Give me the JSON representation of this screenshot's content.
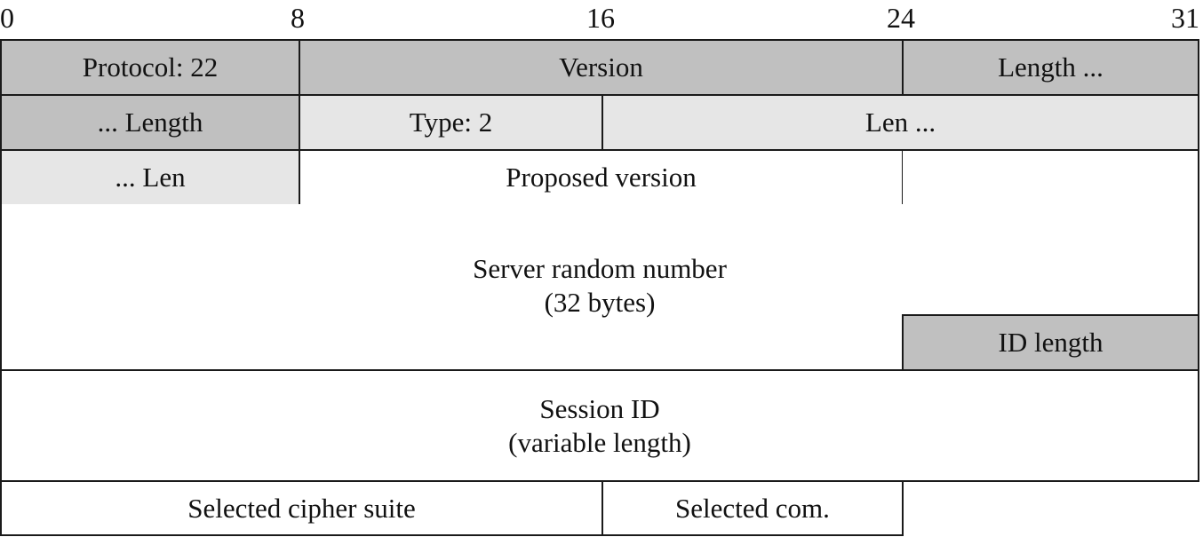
{
  "bit_markers": [
    "0",
    "8",
    "16",
    "24",
    "31"
  ],
  "fields": {
    "protocol": "Protocol: 22",
    "version": "Version",
    "length_start": "Length ...",
    "length_end": "... Length",
    "type": "Type: 2",
    "len_start": "Len ...",
    "len_end": "... Len",
    "proposed_version": "Proposed version",
    "server_random_line1": "Server random number",
    "server_random_line2": "(32 bytes)",
    "id_length": "ID length",
    "session_id_line1": "Session ID",
    "session_id_line2": "(variable length)",
    "cipher_suite": "Selected cipher suite",
    "compression": "Selected com."
  },
  "colors": {
    "dark_fill": "#c0c0c0",
    "light_fill": "#e6e6e6",
    "white_fill": "#ffffff",
    "border": "#1a1a1a"
  }
}
